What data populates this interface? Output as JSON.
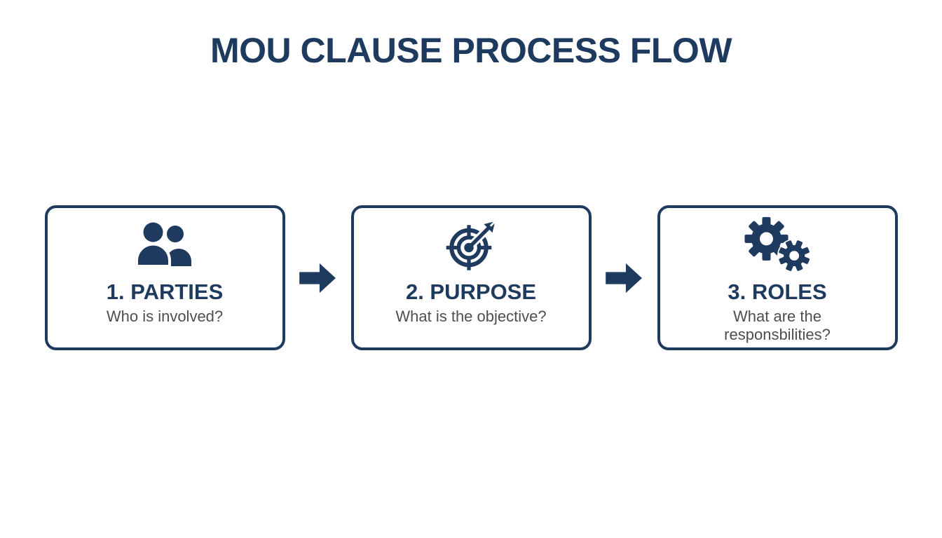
{
  "title": "MOU CLAUSE PROCESS FLOW",
  "colors": {
    "navy": "#1e3a5f",
    "subtitle_gray": "#4e4e4e",
    "background": "#ffffff"
  },
  "steps": [
    {
      "icon": "people-icon",
      "heading": "1. PARTIES",
      "subtitle": "Who is involved?"
    },
    {
      "icon": "target-arrow-icon",
      "heading": "2. PURPOSE",
      "subtitle": "What is the objective?"
    },
    {
      "icon": "gears-icon",
      "heading": "3. ROLES",
      "subtitle": "What are the\nresponsbilities?"
    }
  ],
  "connectors": [
    {
      "icon": "arrow-right-icon"
    },
    {
      "icon": "arrow-right-icon"
    }
  ]
}
